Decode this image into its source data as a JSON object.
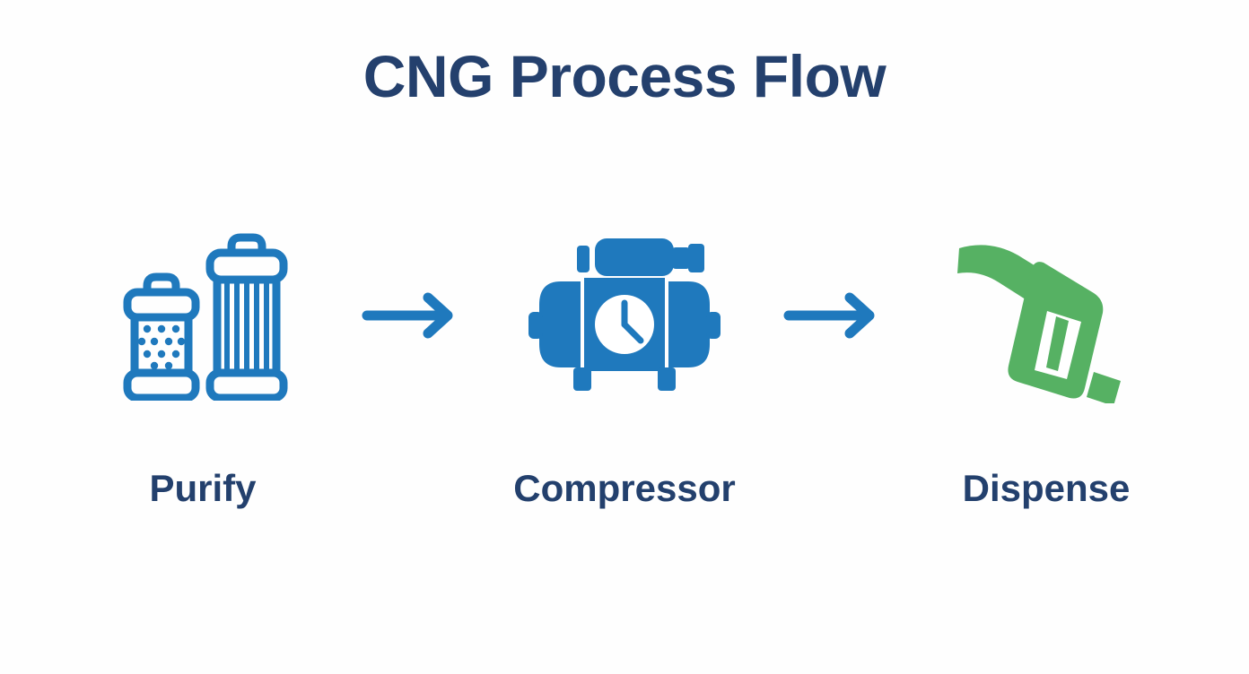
{
  "title": "CNG Process Flow",
  "theme": {
    "background": "#fefefe",
    "title_color": "#24406d",
    "label_color": "#23406d",
    "icon_blue": "#1f79bd",
    "icon_green": "#56b163",
    "arrow_color": "#1f79bd"
  },
  "diagram": {
    "type": "process-flow",
    "direction": "left-to-right",
    "step_count": 3,
    "steps": [
      {
        "id": "purify",
        "label": "Purify",
        "icon": "filter-cartridges-icon",
        "icon_color": "#1f79bd",
        "icon_description": "two filter cartridges, short perforated and tall pleated"
      },
      {
        "id": "compressor",
        "label": "Compressor",
        "icon": "compressor-tank-icon",
        "icon_color": "#1f79bd",
        "icon_description": "horizontal compressor tank with pressure gauge and motor"
      },
      {
        "id": "dispense",
        "label": "Dispense",
        "icon": "fuel-nozzle-icon",
        "icon_color": "#56b163",
        "icon_description": "fuel dispenser nozzle handle"
      }
    ],
    "connectors": [
      {
        "id": "arrow-purify-to-compressor",
        "icon": "arrow-right-icon",
        "color": "#1f79bd"
      },
      {
        "id": "arrow-compressor-to-dispense",
        "icon": "arrow-right-icon",
        "color": "#1f79bd"
      }
    ]
  }
}
